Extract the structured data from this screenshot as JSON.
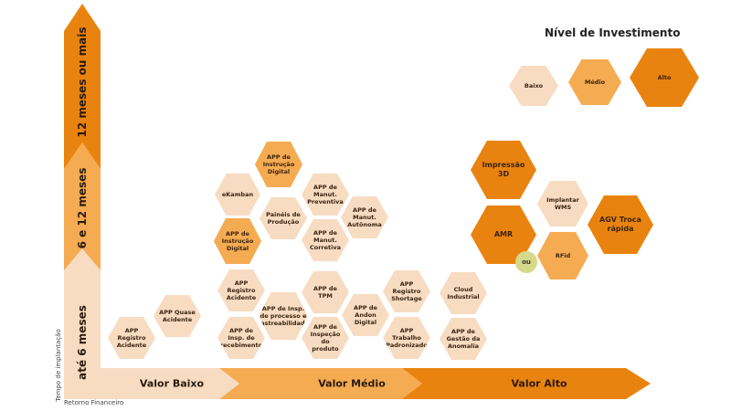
{
  "legend": {
    "title": "Nível de Investimento",
    "items": [
      "Baixo",
      "Médio",
      "Alto"
    ]
  },
  "y_axis": {
    "bands": [
      "até 6 meses",
      "6 e 12 meses",
      "12 meses ou mais"
    ],
    "label": "Tempo de implantação"
  },
  "x_axis": {
    "bands": [
      "Valor Baixo",
      "Valor Médio",
      "Valor Alto"
    ],
    "label": "Retorno Financeiro"
  },
  "connector": "ou",
  "nodes": {
    "registro_acidente_1": "APP Registro Acidente",
    "quase_acidente": "APP Quase Acidente",
    "registro_acidente_2": "APP Registro Acidente",
    "insp_recebimento": "APP de Insp. de recebimento",
    "insp_processo": "APP de Insp. de processo e rastreabilidade",
    "tpm": "APP de TPM",
    "inspecao_produto": "APP de Inspeção do produto",
    "andon": "APP de Andon Digital",
    "shortage": "APP Registro Shortage",
    "trabalho_padronizado": "APP Trabalho Padronizado",
    "cloud": "Cloud Industrial",
    "gestao_anomalia": "APP de Gestão da Anomalia",
    "instrucao_digital_1": "APP de Instrução Digital",
    "ekamban": "eKamban",
    "manut_preventiva": "APP de Manut. Preventiva",
    "paineis": "Painéis de Produção",
    "manut_autonoma": "APP de Manut. Autônoma",
    "instrucao_digital_2": "APP de Instrução Digital",
    "manut_corretiva": "APP de Manut. Corretiva",
    "impressao_3d": "Impressão 3D",
    "wms": "Implantar WMS",
    "amr": "AMR",
    "agv": "AGV Troca rápida",
    "rfid": "RFid"
  },
  "colors": {
    "low": "#f7dcc2",
    "mid": "#f5ab52",
    "high": "#e9830f",
    "connector": "#d6d88a"
  }
}
